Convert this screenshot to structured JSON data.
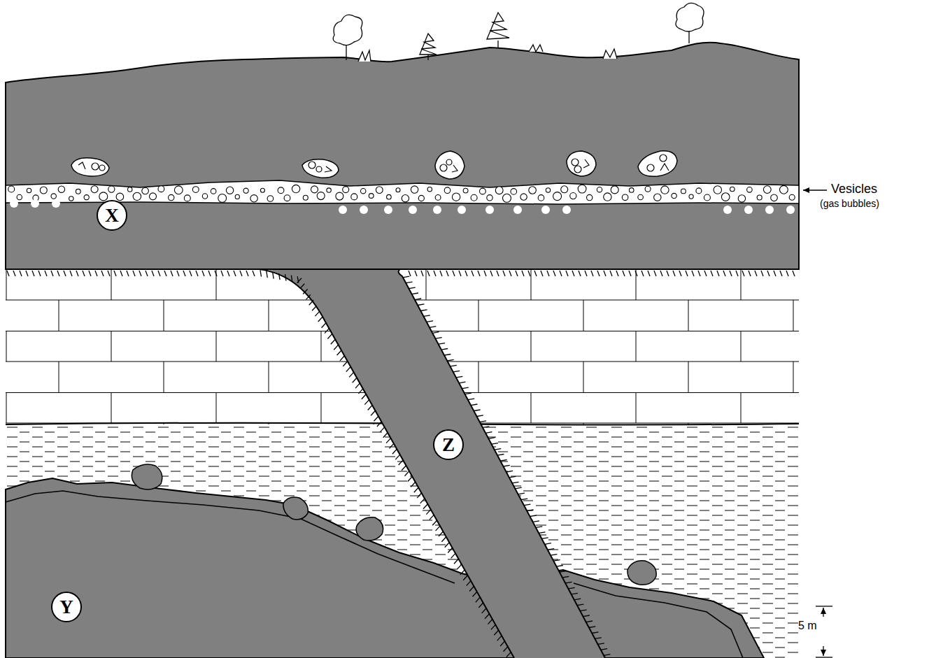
{
  "diagram": {
    "nodes": [
      {
        "text": [
          "X"
        ]
      },
      {
        "text": [
          "Z"
        ]
      },
      {
        "text": [
          "Y"
        ]
      }
    ],
    "labels": [
      "Vesicles",
      "(gas bubbles)",
      "5 m"
    ]
  }
}
